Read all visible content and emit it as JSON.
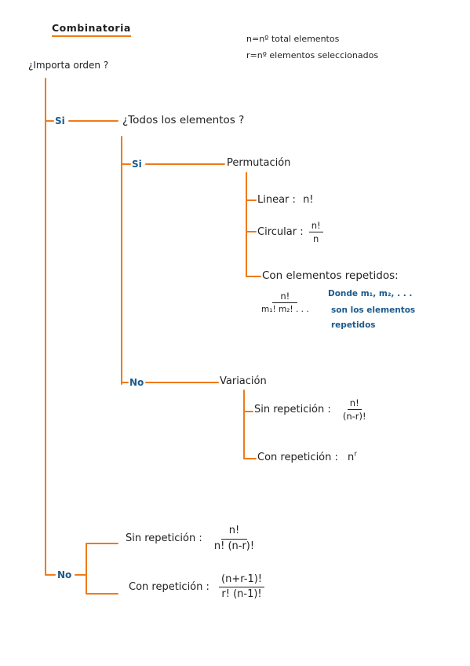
{
  "title": "Combinatoria",
  "legend": {
    "n_def": "n=nº total elementos",
    "r_def": "r=nº elementos seleccionados"
  },
  "root_question": "¿Importa orden ?",
  "order_yes": {
    "branch": "Si",
    "question": "¿Todos los elementos ?",
    "all_yes": {
      "branch": "Si",
      "node": "Permutación",
      "linear": {
        "label": "Linear :",
        "formula": "n!"
      },
      "circular": {
        "label": "Circular :",
        "num": "n!",
        "den": "n"
      },
      "repeated": {
        "label": "Con elementos repetidos:",
        "num": "n!",
        "den": "m₁! m₂! . . .",
        "note_line1": "Donde m₁, m₂, . . .",
        "note_line2": "son los elementos",
        "note_line3": "repetidos"
      }
    },
    "all_no": {
      "branch": "No",
      "node": "Variación",
      "no_rep": {
        "label": "Sin repetición :",
        "num": "n!",
        "den": "(n-r)!"
      },
      "rep": {
        "label": "Con repetición :",
        "base": "n",
        "exp": "r"
      }
    }
  },
  "order_no": {
    "branch": "No",
    "no_rep": {
      "label": "Sin repetición :",
      "num": "n!",
      "den": "n! (n-r)!"
    },
    "rep": {
      "label": "Con repetición :",
      "num": "(n+r-1)!",
      "den": "r! (n-1)!"
    }
  },
  "colors": {
    "line": "#ef7a1a",
    "branch_text": "#1c5a8c",
    "text": "#1f1f1f"
  }
}
